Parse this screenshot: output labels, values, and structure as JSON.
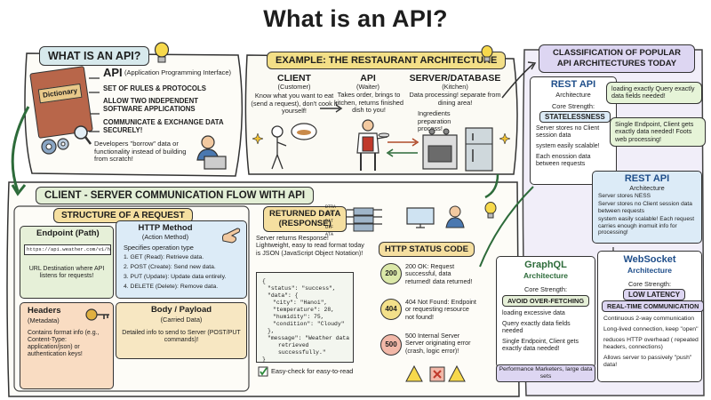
{
  "title": "What is an API?",
  "what": {
    "heading": "WHAT IS AN API?",
    "dictionary": "Dictionary",
    "api_word": "API",
    "api_expansion": "(Application Programming Interface)",
    "points": [
      "SET OF RULES & PROTOCOLS",
      "ALLOW TWO INDEPENDENT SOFTWARE APPLICATIONS",
      "COMMUNICATE & EXCHANGE DATA SECURELY!"
    ],
    "note": "Developers \"borrow\" data or functionality instead of building from scratch!"
  },
  "restaurant": {
    "heading": "EXAMPLE: THE RESTAURANT ARCHITECTURE",
    "client": {
      "title": "CLIENT",
      "role": "(Customer)",
      "desc": "Know what you want to eat (send a request), don't cook it yourself!"
    },
    "api": {
      "title": "API",
      "role": "(Waiter)",
      "desc": "Takes order, brings to kitchen, returns finished dish to you!"
    },
    "server": {
      "title": "SERVER/DATABASE",
      "role": "(Kitchen)",
      "desc": "Data processing! separate from dining area!",
      "note": "Ingredients preparation process!"
    }
  },
  "flow": {
    "heading": "CLIENT - SERVER COMMUNICATION FLOW WITH API",
    "request_structure": "STRUCTURE OF A REQUEST",
    "endpoint": {
      "title": "Endpoint (Path)",
      "url": "https://api.weather.com/v1/hanoi",
      "desc": "URL Destination where API listens for requests!"
    },
    "method": {
      "title": "HTTP Method",
      "subtitle": "(Action Method)",
      "intro": "Specifies operation type",
      "items": [
        "1. GET (Read): Retrieve data.",
        "2. POST (Create): Send new data.",
        "3. PUT (Update): Update data entirely.",
        "4. DELETE (Delete): Remove data."
      ]
    },
    "headers": {
      "title": "Headers",
      "subtitle": "(Metadata)",
      "desc": "Contains format info (e.g., Content-Type: application/json) or authentication keys!"
    },
    "body": {
      "title": "Body / Payload",
      "subtitle": "(Carried Data)",
      "desc": "Detailed info to send to Server (POST/PUT commands)!"
    }
  },
  "returned": {
    "heading": "RETURNED DATA",
    "subheading": "(RESPONSE)",
    "desc": "Server returns Response! Lightweight, easy to read format today is JSON (JavaScript Object Notation)!",
    "json_lines": [
      "{",
      "\"status\": \"success\",",
      "\"data\": {",
      "\"city\": \"Hanoi\",",
      "\"temperature\": 28,",
      "\"humidity\": 75,",
      "\"condition\": \"Cloudy\"",
      "},",
      "\"message\": \"Weather data",
      "retrieved successfully.\"",
      "}"
    ],
    "check": "Easy-check for easy-to-read",
    "stream_labels": [
      "DTRA",
      "UTF",
      "DAT",
      "UTF",
      "ATA"
    ]
  },
  "status": {
    "heading": "HTTP STATUS CODE",
    "codes": [
      {
        "code": "200",
        "text": "200 OK: Request successful, data returned! data returned!",
        "color": "#dbe8a8"
      },
      {
        "code": "404",
        "text": "404 Not Found: Endpoint or requesting resource not found!",
        "color": "#f3e08a"
      },
      {
        "code": "500",
        "text": "500 Internal Server Server originating error (crash, logic error)!",
        "color": "#f2b8a8"
      }
    ]
  },
  "classification": {
    "heading": "CLASSIFICATION OF POPULAR API ARCHITECTURES TODAY",
    "rest1": {
      "title": "REST API",
      "subtitle": "Architecture",
      "strength_label": "Core Strength:",
      "strength": "STATELESSNESS",
      "points": [
        "Server stores no Client session data",
        "system easily scalable!",
        "Each enossion data between requests"
      ]
    },
    "bubble1": "loading exactly Query exactly data fields needed!",
    "bubble2": "Single Endpoint, Client gets exactly data needed! Foots web processing!",
    "rest2": {
      "title": "REST API",
      "subtitle": "Architecture",
      "points": [
        "Server stores NESS",
        "Server stores no Client session data between requests",
        "system easily scalable! Each request carries enough inomuit info for processing!"
      ]
    },
    "graphql": {
      "title": "GraphQL",
      "subtitle": "Architecture",
      "strength_label": "Core Strength:",
      "strength": "AVOID OVER-FETCHING",
      "points": [
        "loading excessive data",
        "Query exactly data fields needed",
        "Single Endpoint, Client gets exactly data needed!"
      ],
      "footer": "Performance Marketers, large data sets"
    },
    "websocket": {
      "title": "WebSocket",
      "subtitle": "Architecture",
      "strength_label": "Core Strength:",
      "strength": "LOW LATENCY",
      "strength2": "REAL-TIME COMMUNICATION",
      "points": [
        "Continuous 2-way communication",
        "Long-lived connection, keep \"open\"",
        "reduces HTTP overhead ( repeated headers, connections)",
        "Allows server to passively \"push\" data!"
      ]
    }
  }
}
